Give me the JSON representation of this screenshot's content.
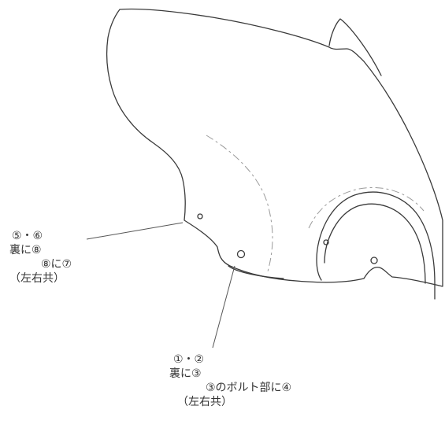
{
  "callouts": {
    "upper": {
      "lines": [
        "⑤・⑥",
        "裏に⑧",
        "⑧に⑦",
        "（左右共）"
      ]
    },
    "lower": {
      "lines": [
        "①・②",
        "裏に③",
        "③のボルト部に④",
        "（左右共）"
      ]
    }
  },
  "colors": {
    "outline": "#3a3a3a",
    "dashed_line": "#9a9a9a",
    "text": "#333333"
  }
}
